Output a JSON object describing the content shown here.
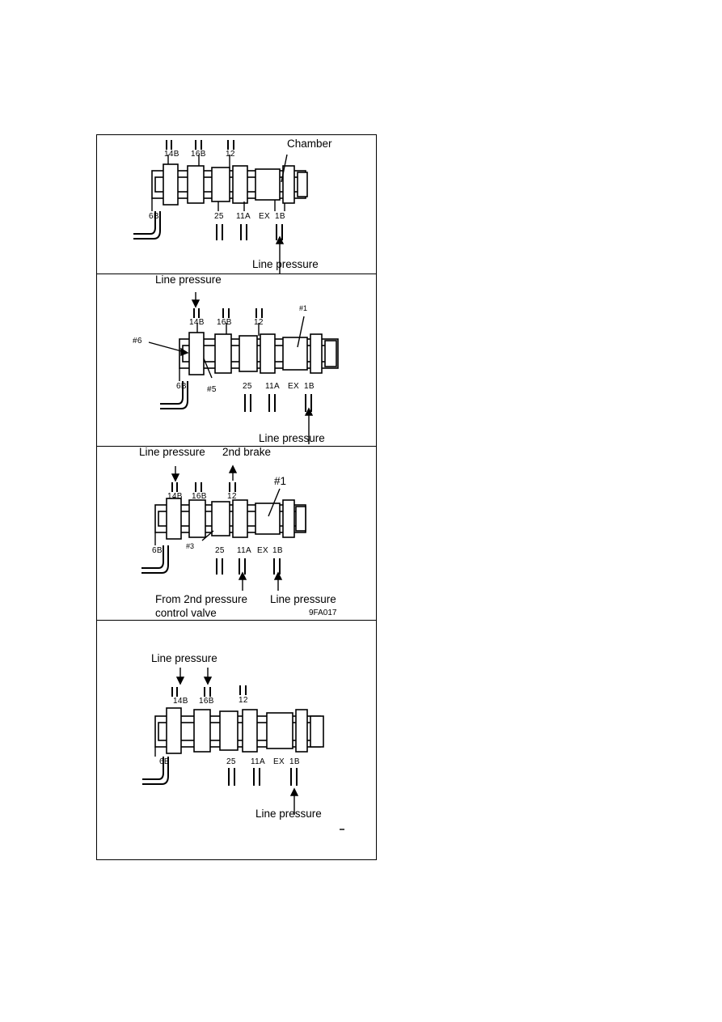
{
  "panels": [
    {
      "ports_top": [
        "14B",
        "16B",
        "12"
      ],
      "ports_bottom": [
        "6B",
        "25",
        "11A",
        "EX",
        "1B"
      ],
      "labels": {
        "chamber": "Chamber",
        "line_pressure_bottom": "Line pressure"
      }
    },
    {
      "ports_top": [
        "14B",
        "16B",
        "12"
      ],
      "ports_bottom": [
        "6B",
        "25",
        "11A",
        "EX",
        "1B"
      ],
      "labels": {
        "line_pressure_top": "Line pressure",
        "line_pressure_bottom": "Line pressure",
        "mark_1": "#1",
        "mark_5": "#5",
        "mark_6": "#6"
      }
    },
    {
      "ports_top": [
        "14B",
        "16B",
        "12"
      ],
      "ports_bottom": [
        "6B",
        "25",
        "11A",
        "EX",
        "1B"
      ],
      "labels": {
        "line_pressure_top": "Line pressure",
        "second_brake": "2nd brake",
        "mark_1": "#1",
        "mark_3": "#3",
        "from_2nd_line1": "From 2nd pressure",
        "from_2nd_line2": "control valve",
        "line_pressure_bottom": "Line pressure",
        "figure_code": "9FA017"
      }
    },
    {
      "ports_top": [
        "14B",
        "16B",
        "12"
      ],
      "ports_bottom": [
        "6B",
        "25",
        "11A",
        "EX",
        "1B"
      ],
      "labels": {
        "line_pressure_top": "Line pressure",
        "line_pressure_bottom": "Line pressure"
      }
    }
  ]
}
